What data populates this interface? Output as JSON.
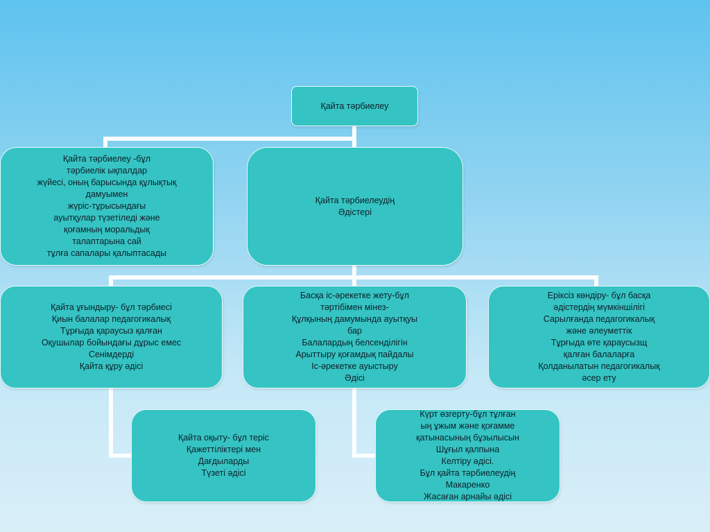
{
  "colors": {
    "box_fill": "#35c4c3",
    "box_border": "#e8fbfb",
    "connector": "#ffffff",
    "background_top": "#5ec3ef",
    "background_bottom": "#d9eff8"
  },
  "diagram": {
    "root": {
      "text": "Қайта тәрбиелеу"
    },
    "definition": {
      "text": "Қайта тәрбиелеу -бұл\nтәрбиелік ықпалдар\nжүйесі, оның барысында құлықтық\nдамуымен\nжүріс-тұрысындағы\nауытқулар түзетіледі және\nқоғамның моральдық\nталаптарына сай\nтұлға сапалары қалыптасады"
    },
    "methods_header": {
      "text": "Қайта тәрбиелеудің\nӘдістері"
    },
    "methods": [
      {
        "text": "Қайта ұғындыру- бұл тәрбиесі\nҚиын балалар педагогикалық\nТұрғыда қараусыз қалған\nОқушылар бойындағы дұрыс емес\nСенімдерді\nҚайта құру әдісі"
      },
      {
        "text": "Басқа іс-әрекетке жету-бұл\nтәртібімен мінез-\nҚұлқының дамумында ауытқуы\nбар\nБалалардың белсенділігін\nАрыттыру қоғамдық пайдалы\nІс-әрекетке ауыстыру\nӘдісі"
      },
      {
        "text": "Еріксіз көндіру- бұл басқа\nәдістердің мүмкіншілігі\nСарылғанда педагогикалық\nжәне әлеуметтік\nТұрғыда өте қараусызщ\nқалған балаларға\nҚолданылатын педагогикалық\nәсер ету"
      },
      {
        "text": "Қайта оқыту- бұл теріс\nҚажеттіліктері мен\nДағдыларды\nТүзеті әдісі"
      },
      {
        "text": "Күрт өзгерту-бұл тұлған\nың ұжым және қоғамме\nқатынасының бұзылысын\nШұғыл қалпына\nКелтіру әдісі.\nБұл қайта тәрбиелеудің\nМакаренко\nЖасаған арнайы әдісі"
      }
    ]
  }
}
